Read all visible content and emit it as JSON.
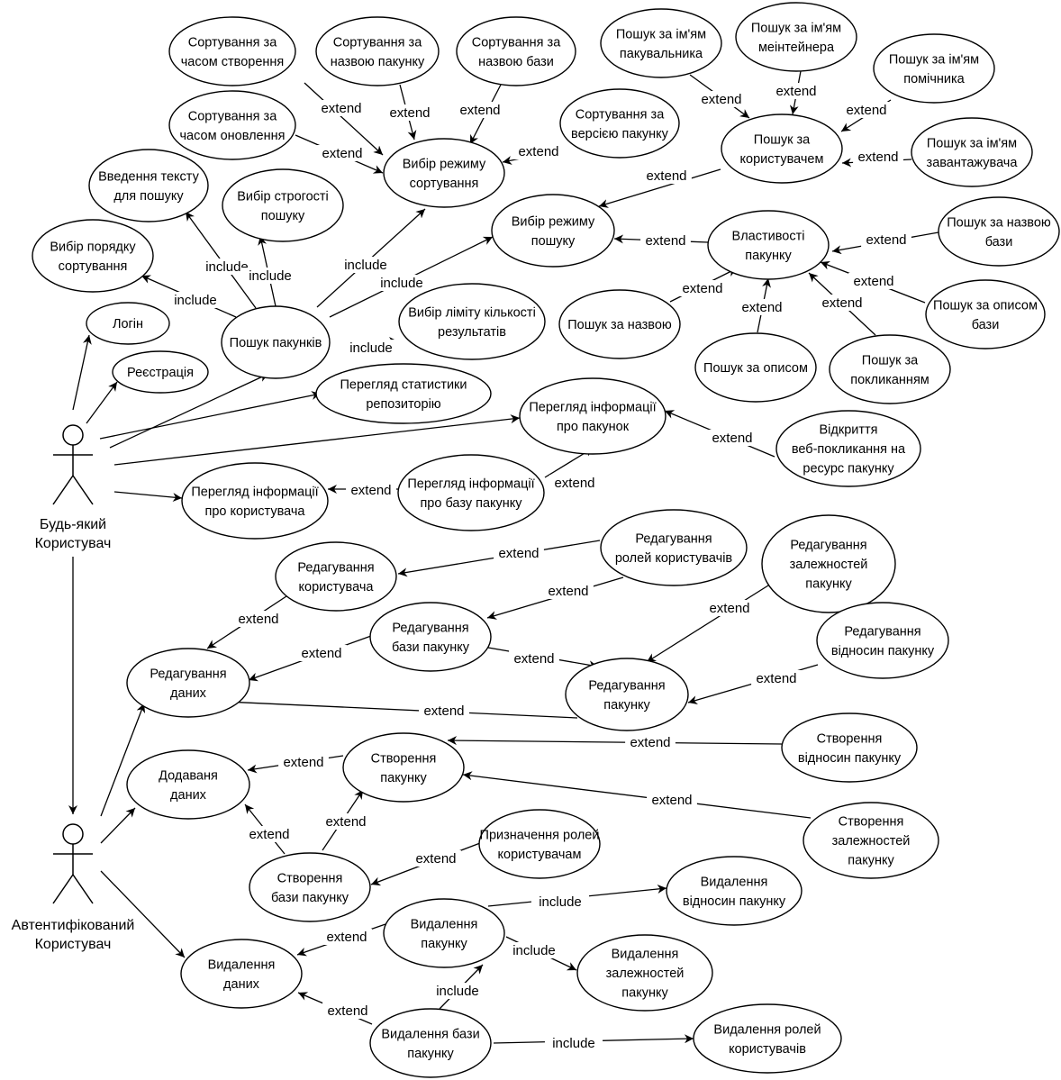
{
  "actors": {
    "any_user": [
      "Будь-який",
      "Користувач"
    ],
    "auth_user": [
      "Автентифікований",
      "Користувач"
    ]
  },
  "use_cases": {
    "sort_by_created": [
      "Сортування за",
      "часом створення"
    ],
    "sort_by_pkg_name": [
      "Сортування за",
      "назвою пакунку"
    ],
    "sort_by_base_name": [
      "Сортування за",
      "назвою бази"
    ],
    "sort_by_updated": [
      "Сортування за",
      "часом оновлення"
    ],
    "sort_by_version": [
      "Сортування за",
      "версією пакунку"
    ],
    "sort_mode": [
      "Вибір режиму",
      "сортування"
    ],
    "enter_text": [
      "Введення тексту",
      "для пошуку"
    ],
    "strictness": [
      "Вибір строгості",
      "пошуку"
    ],
    "sort_order": [
      "Вибір порядку",
      "сортування"
    ],
    "login": [
      "Логін"
    ],
    "register": [
      "Реєстрація"
    ],
    "search_packages": [
      "Пошук пакунків"
    ],
    "result_limit": [
      "Вибір ліміту кількості",
      "результатів"
    ],
    "search_mode": [
      "Вибір режиму",
      "пошуку"
    ],
    "by_packager": [
      "Пошук за ім'ям",
      "пакувальника"
    ],
    "by_maintainer": [
      "Пошук за ім'ям",
      "меінтейнера"
    ],
    "by_helper": [
      "Пошук за ім'ям",
      "помічника"
    ],
    "by_user": [
      "Пошук за",
      "користувачем"
    ],
    "by_uploader": [
      "Пошук за ім'ям",
      "завантажувача"
    ],
    "pkg_props": [
      "Властивості",
      "пакунку"
    ],
    "by_base_name": [
      "Пошук за назвою",
      "бази"
    ],
    "by_name": [
      "Пошук за назвою"
    ],
    "by_desc": [
      "Пошук за описом"
    ],
    "by_base_desc": [
      "Пошук за описом",
      "бази"
    ],
    "by_ref": [
      "Пошук за",
      "покликанням"
    ],
    "repo_stats": [
      "Перегляд статистики",
      "репозиторію"
    ],
    "pkg_info": [
      "Перегляд інформації",
      "про пакунок"
    ],
    "open_link": [
      "Відкриття",
      "веб-покликання на",
      "ресурс пакунку"
    ],
    "user_info": [
      "Перегляд інформації",
      "про користувача"
    ],
    "base_info": [
      "Перегляд інформації",
      "про базу пакунку"
    ],
    "edit_user_roles": [
      "Редагування",
      "ролей користувачів"
    ],
    "edit_deps": [
      "Редагування",
      "залежностей",
      "пакунку"
    ],
    "edit_user": [
      "Редагування",
      "користувача"
    ],
    "edit_base": [
      "Редагування",
      "бази пакунку"
    ],
    "edit_relations": [
      "Редагування",
      "відносин пакунку"
    ],
    "edit_data": [
      "Редагування",
      "даних"
    ],
    "edit_pkg": [
      "Редагування",
      "пакунку"
    ],
    "create_relations": [
      "Створення",
      "відносин пакунку"
    ],
    "add_data": [
      "Додаваня",
      "даних"
    ],
    "create_pkg": [
      "Створення",
      "пакунку"
    ],
    "create_deps": [
      "Створення",
      "залежностей",
      "пакунку"
    ],
    "assign_roles": [
      "Призначення ролей",
      "користувачам"
    ],
    "create_base": [
      "Створення",
      "бази пакунку"
    ],
    "delete_relations": [
      "Видалення",
      "відносин пакунку"
    ],
    "delete_pkg": [
      "Видалення",
      "пакунку"
    ],
    "delete_data": [
      "Видалення",
      "даних"
    ],
    "delete_deps": [
      "Видалення",
      "залежностей",
      "пакунку"
    ],
    "delete_base": [
      "Видалення бази",
      "пакунку"
    ],
    "delete_roles": [
      "Видалення ролей",
      "користувачів"
    ]
  },
  "relation_labels": {
    "include": "include",
    "extend": "extend"
  }
}
